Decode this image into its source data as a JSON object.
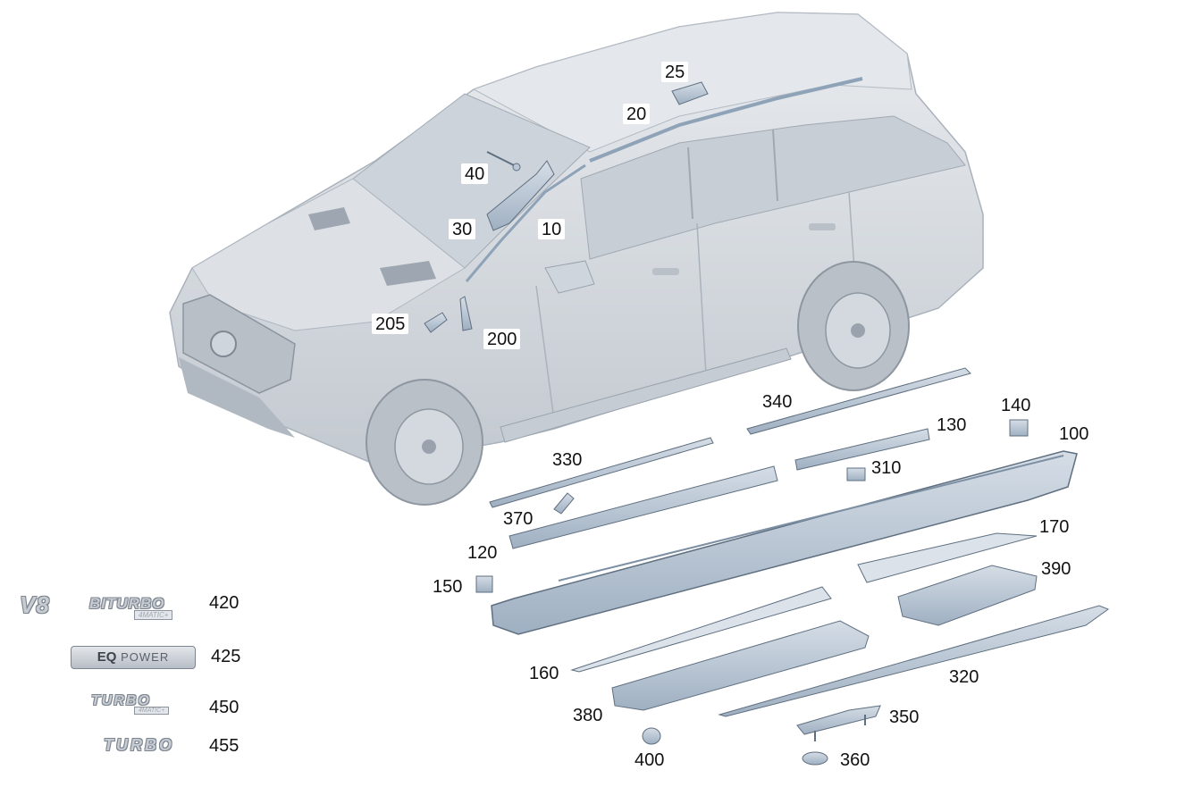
{
  "colors": {
    "background": "#ffffff",
    "car_body": "#d4d9df",
    "car_shadow": "#a9b1ba",
    "part_fill": "#b9c7d6",
    "part_outline": "#5f6f80",
    "label_text": "#111111"
  },
  "callouts": {
    "c10": "10",
    "c20": "20",
    "c25": "25",
    "c30": "30",
    "c40": "40",
    "c100": "100",
    "c120": "120",
    "c130": "130",
    "c140": "140",
    "c150": "150",
    "c160": "160",
    "c170": "170",
    "c200": "200",
    "c205": "205",
    "c310": "310",
    "c320": "320",
    "c330": "330",
    "c340": "340",
    "c350": "350",
    "c360": "360",
    "c370": "370",
    "c380": "380",
    "c390": "390",
    "c400": "400",
    "c420": "420",
    "c425": "425",
    "c450": "450",
    "c455": "455"
  },
  "emblems": {
    "v8": "V8",
    "biturbo": "BITURBO",
    "matic_a": "4MATIC+",
    "eq_brand": "EQ",
    "eq_power": "POWER",
    "turbo_a": "TURBO",
    "matic_b": "4MATIC+",
    "turbo_b": "TURBO"
  }
}
